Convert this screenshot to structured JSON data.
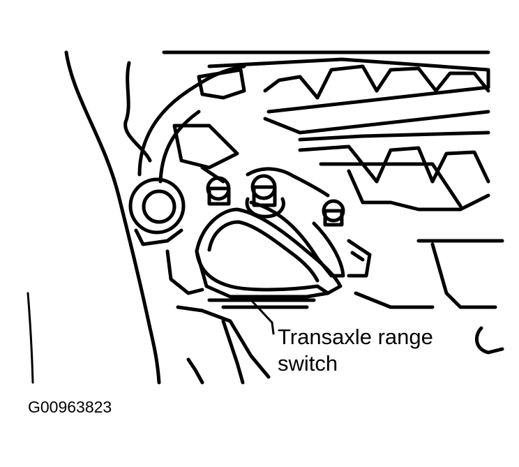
{
  "diagram": {
    "callout": {
      "line1": "Transaxle range",
      "line2": "switch"
    },
    "figure_id": "G00963823",
    "colors": {
      "ink": "#000000",
      "paper": "#ffffff"
    }
  }
}
